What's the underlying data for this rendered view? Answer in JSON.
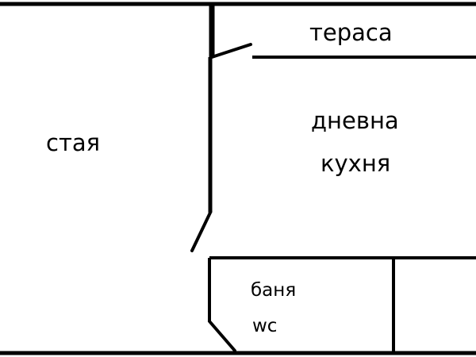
{
  "rooms": {
    "stay": {
      "label": "стая"
    },
    "terrace": {
      "label": "тераса"
    },
    "living_kitchen": {
      "line1": "дневна",
      "line2": "кухня"
    },
    "bathroom": {
      "line1": "баня",
      "line2": "wc"
    }
  }
}
